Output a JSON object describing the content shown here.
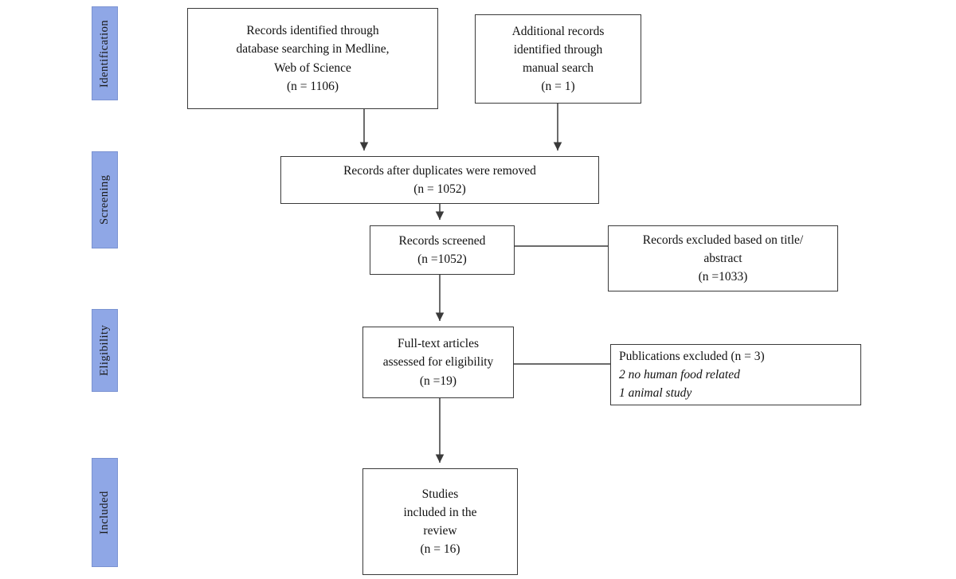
{
  "colors": {
    "stage_fill": "#8fa7e6",
    "line_color": "#3a3a3a"
  },
  "stages": [
    {
      "label": "Identification"
    },
    {
      "label": "Screening"
    },
    {
      "label": "Eligibility"
    },
    {
      "label": "Included"
    }
  ],
  "boxes": {
    "records_identified": "Records identified through\ndatabase searching in Medline,\nWeb of Science\n(n = 1106)",
    "additional_records": "Additional records\nidentified through\nmanual search\n(n = 1)",
    "duplicates_removed": "Records after duplicates were removed\n(n = 1052)",
    "records_screened": "Records screened\n(n =1052)",
    "records_excluded": "Records excluded based on title/\nabstract\n(n =1033)",
    "fulltext_assessed": "Full-text articles\nassessed for eligibility\n(n =19)",
    "publications_excluded_title": "Publications excluded (n = 3)",
    "publications_excluded_details": "2 no human food related\n1 animal study",
    "studies_included": "Studies\nincluded in the\nreview\n(n = 16)"
  }
}
